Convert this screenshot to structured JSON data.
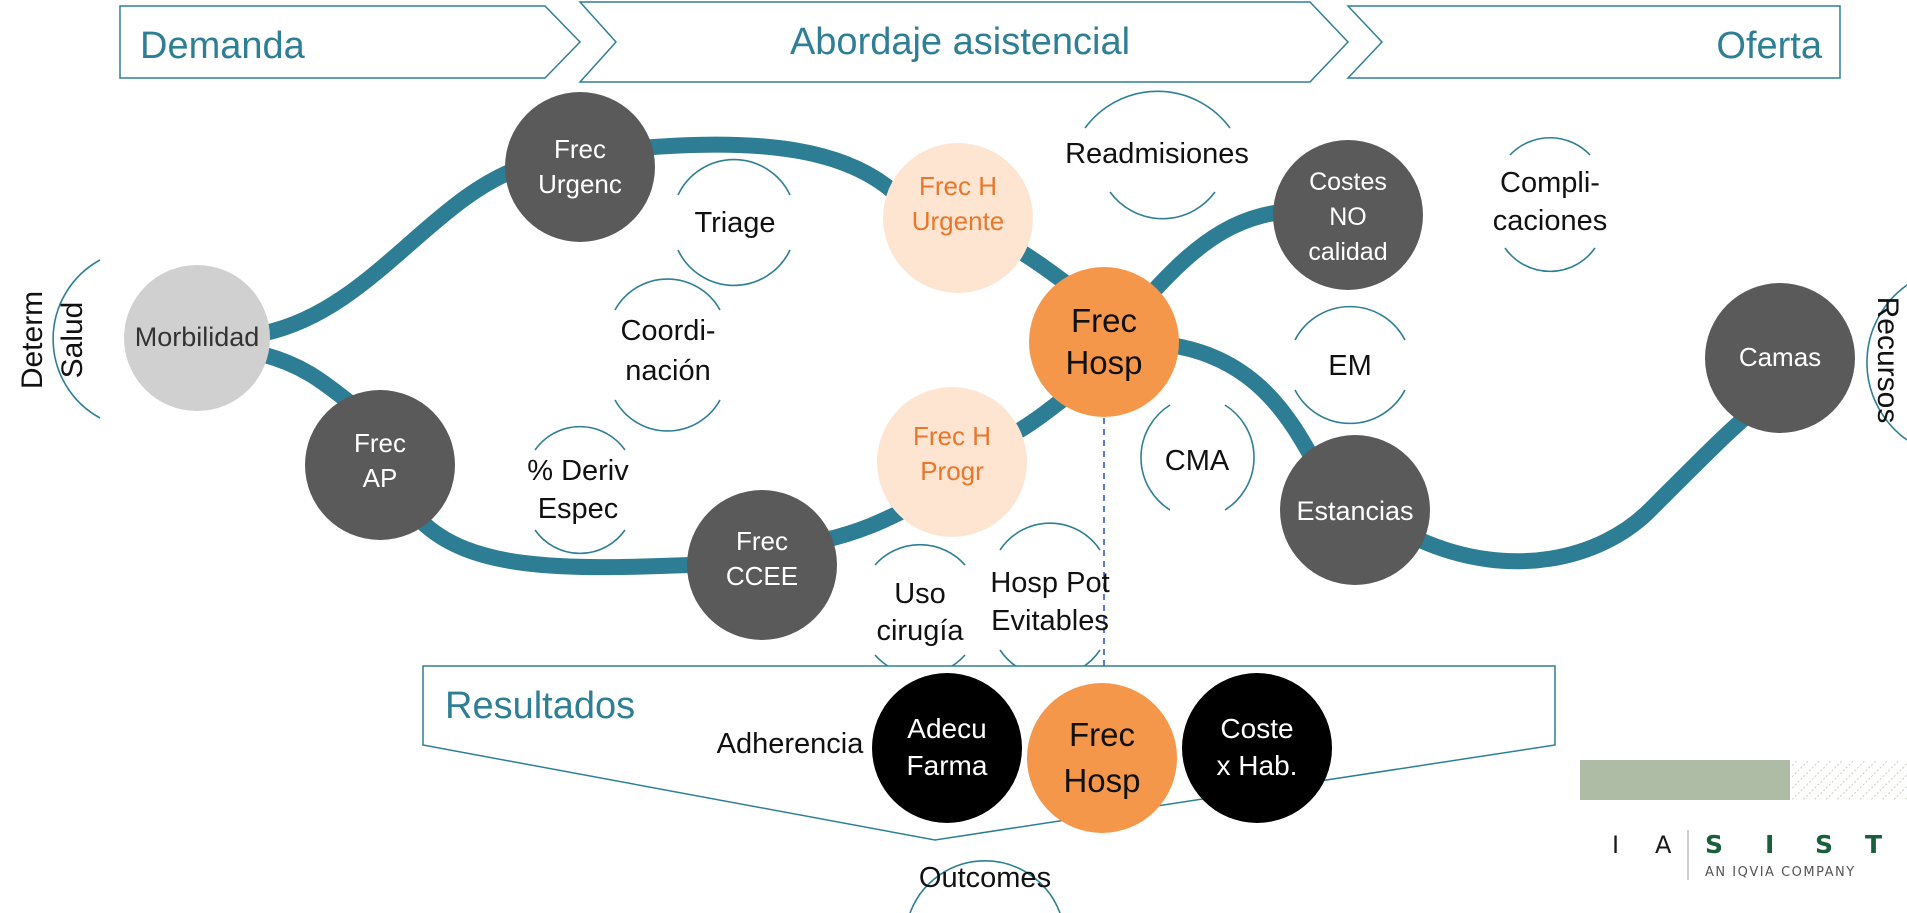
{
  "header": {
    "demanda": "Demanda",
    "abordaje": "Abordaje asistencial",
    "oferta": "Oferta"
  },
  "side": {
    "determ_line1": "Determ",
    "determ_line2": "Salud",
    "recursos": "Recursos"
  },
  "nodes": {
    "morbilidad": "Morbilidad",
    "frec_urgenc": [
      "Frec",
      "Urgenc"
    ],
    "frec_ap": [
      "Frec",
      "AP"
    ],
    "frec_ccee": [
      "Frec",
      "CCEE"
    ],
    "frec_h_urgente": [
      "Frec H",
      "Urgente"
    ],
    "frec_h_progr": [
      "Frec H",
      "Progr"
    ],
    "frec_hosp": [
      "Frec",
      "Hosp"
    ],
    "costes_no_calidad": [
      "Costes",
      "NO",
      "calidad"
    ],
    "estancias": "Estancias",
    "camas": "Camas"
  },
  "labels": {
    "triage": "Triage",
    "coordinacion": [
      "Coordi-",
      "nación"
    ],
    "deriv_espec": [
      "% Deriv",
      "Espec"
    ],
    "readmisiones": "Readmisiones",
    "complicaciones": [
      "Compli-",
      "caciones"
    ],
    "em": "EM",
    "cma": "CMA",
    "uso_cirugia": [
      "Uso",
      "cirugía"
    ],
    "hosp_pot_evitables": [
      "Hosp Pot",
      "Evitables"
    ]
  },
  "resultados": {
    "title": "Resultados",
    "adherencia": "Adherencia",
    "adecu_farma": [
      "Adecu",
      "Farma"
    ],
    "frec_hosp": [
      "Frec",
      "Hosp"
    ],
    "coste_x_hab": [
      "Coste",
      "x Hab."
    ],
    "outcomes": "Outcomes"
  },
  "logo": {
    "letters": [
      "I",
      "A",
      "S",
      "I",
      "S",
      "T"
    ],
    "tagline": "AN IQVIA COMPANY"
  },
  "colors": {
    "teal": "#2e7f96",
    "dark_grey": "#5a5a5a",
    "light_grey": "#d0d0d0",
    "orange": "#f5974b",
    "peach": "#fde5d2",
    "orange_text": "#e9772b",
    "black": "#000000",
    "sage": "#aebba5",
    "logo_green": "#1b5e3b"
  }
}
